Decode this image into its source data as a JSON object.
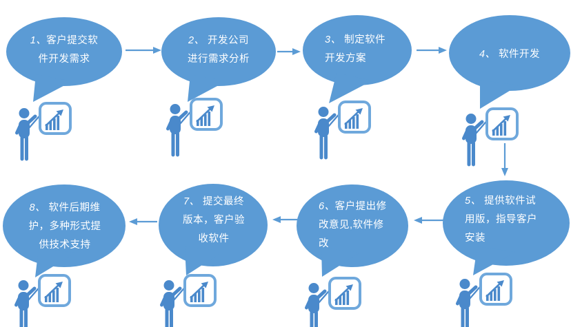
{
  "colors": {
    "bubble_fill": "#5b9bd5",
    "figure_fill": "#4a89cb",
    "board_stroke": "#6fa8dc",
    "board_fill": "#ffffff",
    "arrow": "#5b9bd5",
    "text": "#ffffff"
  },
  "icons": {
    "presenter": "person-presenting-growth-chart-icon",
    "chart_board": "rising-bar-chart-with-arrow-icon"
  },
  "steps": [
    {
      "number": "1",
      "text": "1、客户提交软件开发需求",
      "lines": [
        "1、客户提交软",
        "件开发需求"
      ]
    },
    {
      "number": "2",
      "text": "2、 开发公司进行需求分析",
      "lines": [
        "2、 开发公司",
        "进行需求分析"
      ]
    },
    {
      "number": "3",
      "text": "3、 制定软件开发方案",
      "lines": [
        "3、 制定软件",
        "开发方案"
      ]
    },
    {
      "number": "4",
      "text": "4、 软件开发",
      "lines": [
        "4、 软件开发"
      ]
    },
    {
      "number": "5",
      "text": "5、 提供软件试用版，指导客户安装",
      "lines": [
        "5、 提供软件试",
        "用版，指导客户",
        "安装"
      ]
    },
    {
      "number": "6",
      "text": "6、客户提出修改意见,软件修改",
      "lines": [
        "6、客户提出修",
        "改意见,软件修",
        "改"
      ]
    },
    {
      "number": "7",
      "text": "7、 提交最终版本，客户验收软件",
      "lines": [
        "7、 提交最终",
        "版本，客户验",
        "收软件"
      ]
    },
    {
      "number": "8",
      "text": "8、 软件后期维护，多种形式提供技术支持",
      "lines": [
        "8、 软件后期维",
        "护，多种形式提",
        "供技术支持"
      ]
    }
  ],
  "connections": [
    {
      "from": "1",
      "to": "2",
      "direction": "right"
    },
    {
      "from": "2",
      "to": "3",
      "direction": "right"
    },
    {
      "from": "3",
      "to": "4",
      "direction": "right"
    },
    {
      "from": "4",
      "to": "5",
      "direction": "down"
    },
    {
      "from": "5",
      "to": "6",
      "direction": "left"
    },
    {
      "from": "6",
      "to": "7",
      "direction": "left"
    },
    {
      "from": "7",
      "to": "8",
      "direction": "left"
    }
  ]
}
